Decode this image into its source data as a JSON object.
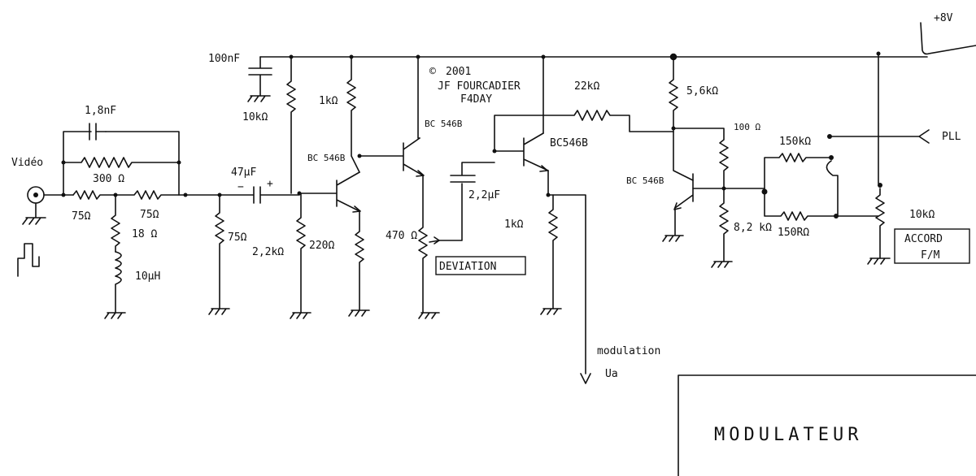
{
  "supply": "+8V",
  "copyright": {
    "symbol": "©",
    "year": "2001",
    "author": "JF FOURCADIER",
    "callsign": "F4DAY"
  },
  "labels": {
    "video": "Vidéo",
    "c_1n8": "1,8nF",
    "r_300": "300 Ω",
    "r_75_a": "75Ω",
    "r_75_b": "75Ω",
    "r_18": "18 Ω",
    "l_10u": "10µH",
    "r_75_c": "75Ω",
    "c_47u": "47µF",
    "plus": "+",
    "minus": "−",
    "c_100n": "100nF",
    "r_10k": "10kΩ",
    "r_2k2": "2,2kΩ",
    "q1": "BC 546B",
    "r_1k_a": "1kΩ",
    "r_220": "220Ω",
    "q2": "BC 546B",
    "pot_470": "470 Ω",
    "deviation": "DEVIATION",
    "c_2u2": "2,2µF",
    "q3": "BC546B",
    "r_1k_b": "1kΩ",
    "r_22k": "22kΩ",
    "r_5k6": "5,6kΩ",
    "q4": "BC 546B",
    "r_100": "100 Ω",
    "r_8k2": "8,2 kΩ",
    "r_150k": "150kΩ",
    "r_150r": "150RΩ",
    "pll": "PLL",
    "pot_10k": "10kΩ",
    "accord": "ACCORD",
    "fm": "F/M",
    "modulation": "modulation",
    "ua": "Ua",
    "title": "MODULATEUR"
  }
}
